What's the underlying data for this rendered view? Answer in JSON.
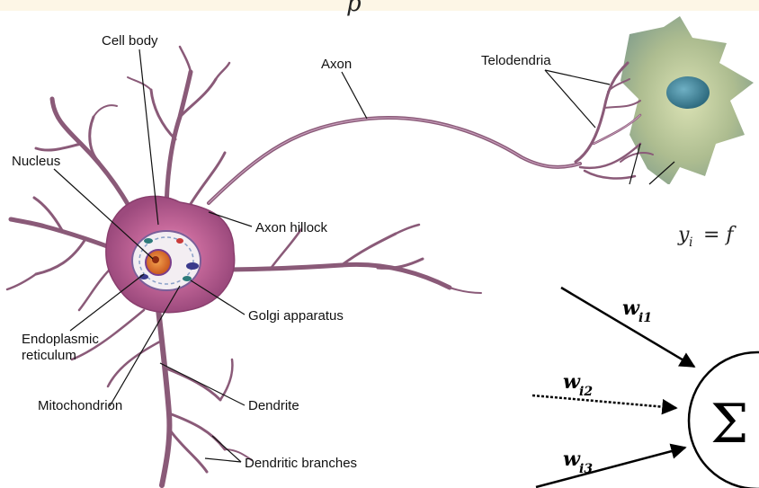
{
  "top_banner": {
    "fragment": "p",
    "color": "#fdf6e6"
  },
  "labels": {
    "cell_body": "Cell body",
    "axon": "Axon",
    "telodendria": "Telodendria",
    "nucleus": "Nucleus",
    "axon_hillock": "Axon hillock",
    "golgi": "Golgi apparatus",
    "er_line1": "Endoplasmic",
    "er_line2": "reticulum",
    "mitochondrion": "Mitochondrion",
    "dendrite": "Dendrite",
    "dendritic_branches": "Dendritic branches"
  },
  "formula": {
    "lhs": "y",
    "sub": "i",
    "rhs": "= f"
  },
  "perceptron": {
    "sum_symbol": "Σ",
    "weights": [
      {
        "w": "w",
        "sub": "i1"
      },
      {
        "w": "w",
        "sub": "i2"
      },
      {
        "w": "w",
        "sub": "i3"
      }
    ]
  },
  "colors": {
    "neuron_membrane": "#a04e84",
    "neuron_fill": "#b8608f",
    "axon_color": "#8a5a78",
    "nucleus": "#e0762d",
    "target_cell": "#a9b98a",
    "target_nucleus": "#3f7f94"
  }
}
